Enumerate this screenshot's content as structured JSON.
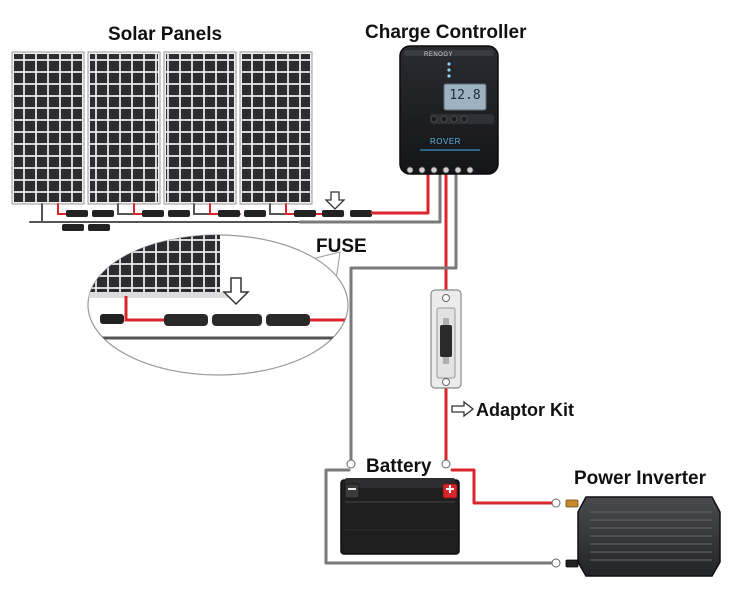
{
  "labels": {
    "solar_panels": "Solar Panels",
    "charge_controller": "Charge Controller",
    "fuse": "FUSE",
    "adaptor_kit": "Adaptor Kit",
    "battery": "Battery",
    "power_inverter": "Power Inverter"
  },
  "controller": {
    "brand": "RENOGY",
    "display_value": "12.8",
    "model": "ROVER"
  },
  "panels": {
    "count": 4
  },
  "colors": {
    "positive_wire": "#d8262b",
    "negative_wire": "#7a7a7a",
    "panel_cell": "#2c2e33",
    "controller_body": "#1b1c20",
    "lcd": "#9db1c0",
    "accent": "#3fa9e6"
  }
}
